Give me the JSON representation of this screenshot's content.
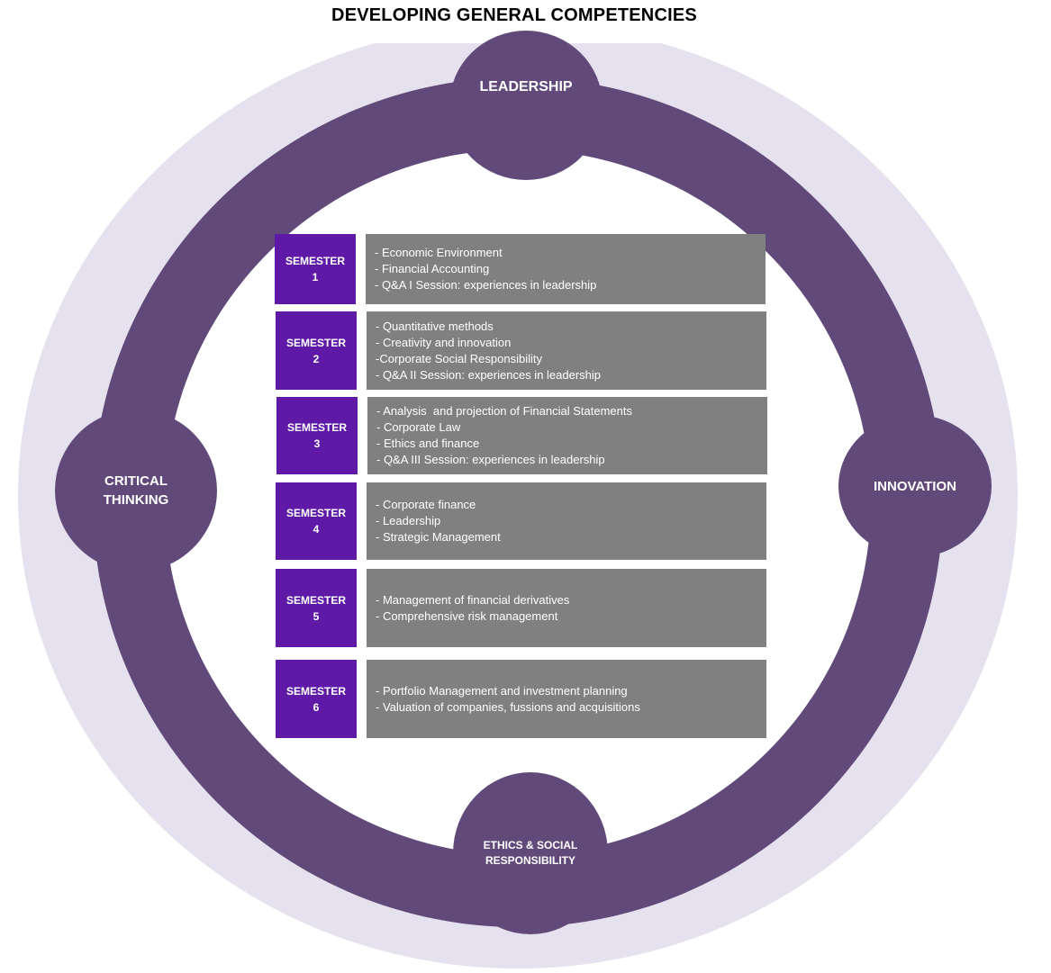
{
  "title": "DEVELOPING GENERAL COMPETENCIES",
  "colors": {
    "outer_ring": "#e6e1ee",
    "ring": "#614a7a",
    "semester_box": "#5e1aa6",
    "course_box": "#808080"
  },
  "competencies": {
    "top": "LEADERSHIP",
    "left": "CRITICAL\nTHINKING",
    "right": "INNOVATION",
    "bottom": "ETHICS & SOCIAL\nRESPONSIBILITY"
  },
  "semesters": [
    {
      "label": "SEMESTER\n1",
      "courses": [
        "- Economic Environment",
        "- Financial Accounting",
        "- Q&A I Session: experiences in leadership"
      ]
    },
    {
      "label": "SEMESTER\n2",
      "courses": [
        "- Quantitative methods",
        "- Creativity and innovation",
        "-Corporate Social Responsibility",
        "- Q&A II Session: experiences in leadership"
      ]
    },
    {
      "label": "SEMESTER\n3",
      "courses": [
        "- Analysis  and projection of Financial Statements",
        "- Corporate Law",
        "- Ethics and finance",
        "- Q&A III Session: experiences in leadership"
      ]
    },
    {
      "label": "SEMESTER\n4",
      "courses": [
        "- Corporate finance",
        "- Leadership",
        "- Strategic Management"
      ]
    },
    {
      "label": "SEMESTER\n5",
      "courses": [
        "- Management of financial derivatives",
        "- Comprehensive risk management"
      ]
    },
    {
      "label": "SEMESTER\n6",
      "courses": [
        "- Portfolio Management and investment planning",
        "- Valuation of companies, fussions and acquisitions"
      ]
    }
  ]
}
